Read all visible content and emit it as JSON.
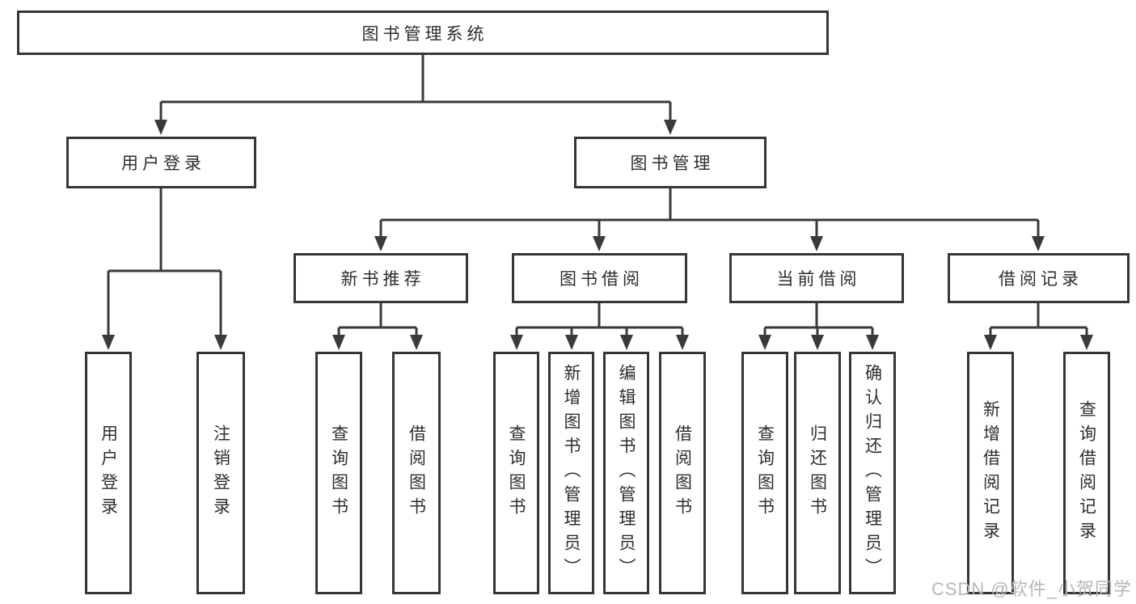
{
  "tree": {
    "root": {
      "label": "图书管理系统"
    },
    "branches": [
      {
        "label": "用户登录",
        "leaves": [
          "用户登录",
          "注销登录"
        ]
      },
      {
        "label": "图书管理",
        "groups": [
          {
            "label": "新书推荐",
            "leaves": [
              "查询图书",
              "借阅图书"
            ]
          },
          {
            "label": "图书借阅",
            "leaves": [
              "查询图书",
              "新增图书（管理员）",
              "编辑图书（管理员）",
              "借阅图书"
            ]
          },
          {
            "label": "当前借阅",
            "leaves": [
              "查询图书",
              "归还图书",
              "确认归还（管理员）"
            ]
          },
          {
            "label": "借阅记录",
            "leaves": [
              "新增借阅记录",
              "查询借阅记录"
            ]
          }
        ]
      }
    ]
  },
  "watermark": {
    "text": "CSDN @软件_小贺同学"
  },
  "colors": {
    "line": "#3a3a3a",
    "border": "#363636",
    "text": "#2e2e2e",
    "watermark": "#b6b6b6",
    "background": "#ffffff"
  }
}
